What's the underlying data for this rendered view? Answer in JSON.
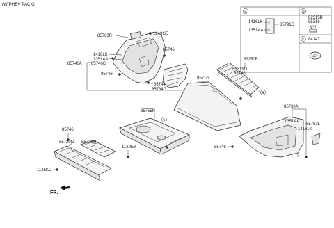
{
  "header": {
    "variant": "(W/PHEV PACK)"
  },
  "callouts": {
    "p85763R": "85763R",
    "p1249GE": "1249GE",
    "p1416LK": "1416LK",
    "p1351AA": "1351AA",
    "p85746C": "85746C",
    "p85740A": "85740A",
    "p85746_a": "85746",
    "p85746_b": "85746",
    "p85744": "85744",
    "p85734G": "85734G",
    "p87250B": "87250B",
    "p85319D": "85319D",
    "p85746_c": "85746",
    "p85710": "85710",
    "p85755R": "85755R",
    "p85746_d": "85746",
    "p85720N": "85720N",
    "p85725M": "85725M",
    "p1129EY": "1129EY",
    "p1125KC": "1125KC",
    "p85730A": "85730A",
    "p1351AA_b": "1351AA",
    "p85753L": "85753L",
    "p1416LK_b": "1416LK",
    "p85746_e": "85746"
  },
  "legend": {
    "a": {
      "letter": "a",
      "labels": [
        "1416LK",
        "1351AA",
        "85791C"
      ]
    },
    "b": {
      "letter": "b",
      "labels": [
        "82315B",
        "85316"
      ]
    },
    "c": {
      "letter": "c",
      "labels": [
        "84147"
      ]
    }
  },
  "markers": {
    "a": "a",
    "b": "b",
    "c": "c"
  },
  "direction": {
    "label": "FR."
  }
}
